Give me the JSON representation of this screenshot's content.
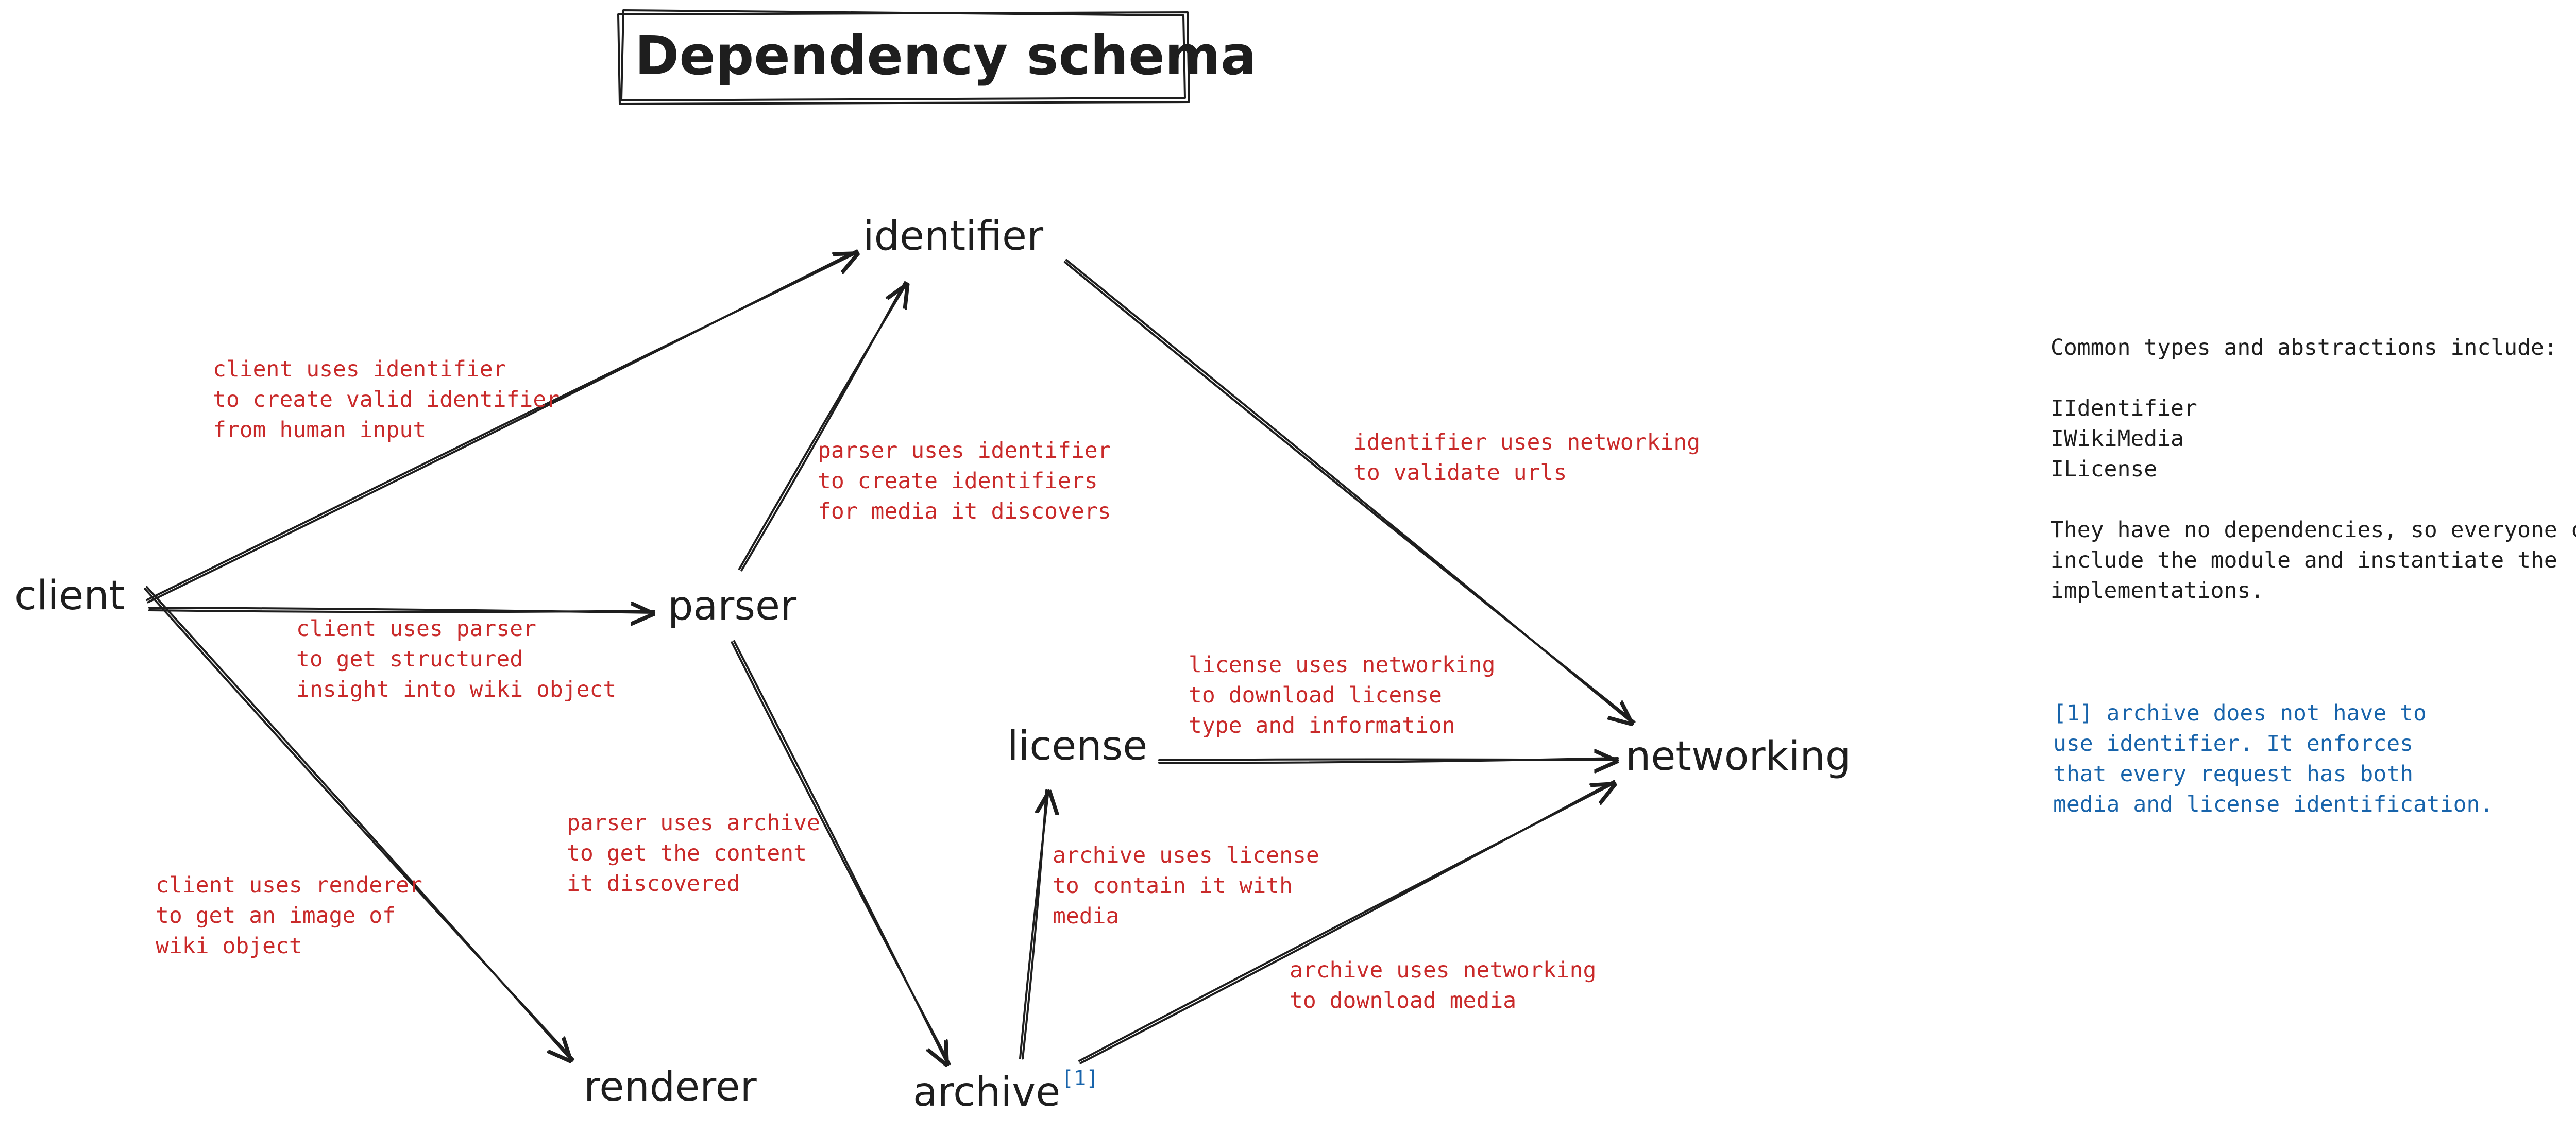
{
  "title": "Dependency schema",
  "nodes": {
    "client": "client",
    "identifier": "identifier",
    "parser": "parser",
    "license": "license",
    "networking": "networking",
    "renderer": "renderer",
    "archive": "archive",
    "archive_footnote": "[1]"
  },
  "edges": [
    {
      "from": "client",
      "to": "identifier",
      "label": "client uses identifier\nto create valid identifier\nfrom human input"
    },
    {
      "from": "client",
      "to": "parser",
      "label": "client uses parser\nto get structured\ninsight into wiki object"
    },
    {
      "from": "client",
      "to": "renderer",
      "label": "client uses renderer\nto get an image of\nwiki object"
    },
    {
      "from": "parser",
      "to": "identifier",
      "label": "parser uses identifier\nto create identifiers\nfor media it discovers"
    },
    {
      "from": "parser",
      "to": "archive",
      "label": "parser uses archive\nto get the content\nit discovered"
    },
    {
      "from": "identifier",
      "to": "networking",
      "label": "identifier uses networking\nto validate urls"
    },
    {
      "from": "license",
      "to": "networking",
      "label": "license uses networking\nto download license\ntype and information"
    },
    {
      "from": "archive",
      "to": "license",
      "label": "archive uses license\nto contain it with\nmedia"
    },
    {
      "from": "archive",
      "to": "networking",
      "label": "archive uses networking\nto download media"
    }
  ],
  "info": {
    "text": "Common types and abstractions include:\n\nIIdentifier\nIWikiMedia\nILicense\n\nThey have no dependencies, so everyone can\ninclude the module and instantiate the\nimplementations."
  },
  "footnote": {
    "text": "[1] archive does not have to\nuse identifier. It enforces\nthat every request has both\nmedia and license identification."
  },
  "colors": {
    "ink": "#1e1e1e",
    "edge_label": "#c92a2a",
    "footnote": "#1864ab",
    "background": "#ffffff"
  }
}
